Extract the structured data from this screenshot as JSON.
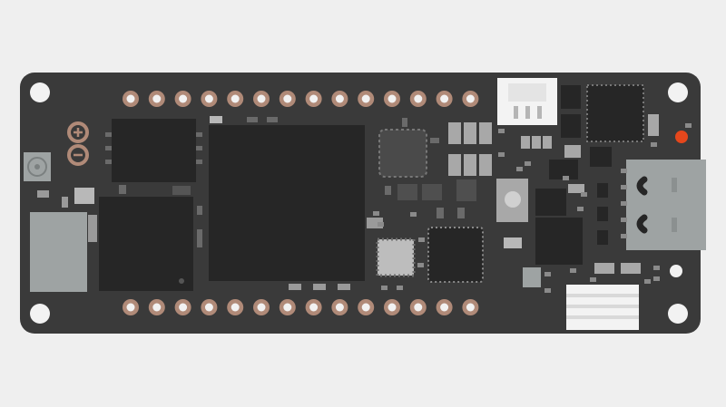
{
  "board": {
    "logo": "arduino-infinity-logo",
    "colors": {
      "background": "#efefef",
      "pcb": "#3a3a3a",
      "chip": "#262626",
      "chip_light": "#4a4a4a",
      "pad_ring": "#b08a78",
      "pad_center": "#f2f2f2",
      "smd": "#a8a8a8",
      "metal": "#9ea3a3",
      "white_connector": "#f3f3f3",
      "led": "#e5471c",
      "logo": "#b08a78"
    },
    "header_pins": {
      "top_count": 14,
      "bottom_count": 14
    },
    "components": [
      "mounting-hole",
      "usb-c-connector",
      "battery-connector",
      "reset-button",
      "status-led",
      "microcontroller",
      "flash-memory",
      "wifi-module",
      "antenna"
    ]
  }
}
